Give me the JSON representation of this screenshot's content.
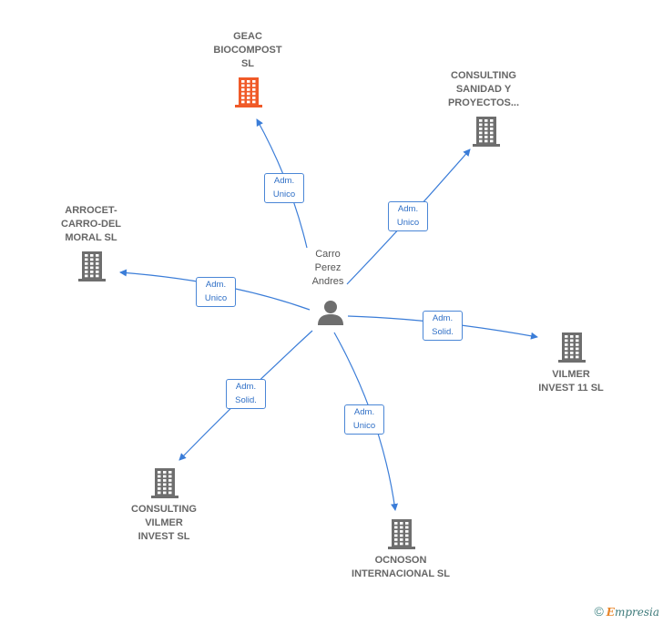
{
  "center": {
    "name": "Carro\nPerez\nAndres",
    "icon": "person-icon"
  },
  "companies": [
    {
      "id": "geac",
      "name": "GEAC\nBIOCOMPOST\nSL",
      "icon": "building-icon",
      "color": "#f05a28"
    },
    {
      "id": "consulting-sanidad",
      "name": "CONSULTING\nSANIDAD Y\nPROYECTOS...",
      "icon": "building-icon",
      "color": "#6e6e6e"
    },
    {
      "id": "arrocet",
      "name": "ARROCET-\nCARRO-DEL\nMORAL  SL",
      "icon": "building-icon",
      "color": "#6e6e6e"
    },
    {
      "id": "vilmer-invest-11",
      "name": "VILMER\nINVEST 11 SL",
      "icon": "building-icon",
      "color": "#6e6e6e"
    },
    {
      "id": "consulting-vilmer",
      "name": "CONSULTING\nVILMER\nINVEST  SL",
      "icon": "building-icon",
      "color": "#6e6e6e"
    },
    {
      "id": "ocnoson",
      "name": "OCNOSON\nINTERNACIONAL SL",
      "icon": "building-icon",
      "color": "#6e6e6e"
    }
  ],
  "relations": [
    {
      "to": "geac",
      "label": "Adm.\nUnico"
    },
    {
      "to": "consulting-sanidad",
      "label": "Adm.\nUnico"
    },
    {
      "to": "arrocet",
      "label": "Adm.\nUnico"
    },
    {
      "to": "vilmer-invest-11",
      "label": "Adm.\nSolid."
    },
    {
      "to": "consulting-vilmer",
      "label": "Adm.\nSolid."
    },
    {
      "to": "ocnoson",
      "label": "Adm.\nUnico"
    }
  ],
  "colors": {
    "edge": "#3b7dd8",
    "highlight": "#f05a28",
    "building": "#6e6e6e",
    "person": "#6e6e6e"
  },
  "footer": {
    "copyright": "©",
    "brand_first": "E",
    "brand_rest": "mpresia"
  }
}
